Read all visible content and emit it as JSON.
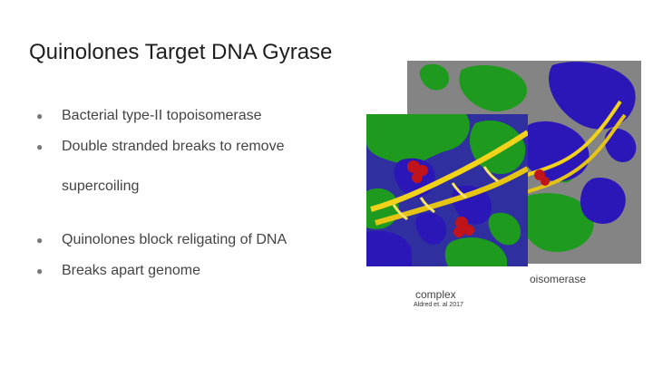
{
  "slide": {
    "title": "Quinolones Target DNA Gyrase",
    "bullets": [
      "Bacterial type-II topoisomerase",
      "Double stranded breaks to remove",
      "Quinolones block religating of DNA",
      "Breaks apart genome"
    ],
    "bullet_continuation": "supercoiling",
    "bullet_marker": "●",
    "caption": {
      "visible_tail": "oisomerase",
      "second_line": "complex"
    },
    "citation": "Aldred et. al 2017",
    "colors": {
      "protein_chain_a": "#2b16b8",
      "protein_chain_b": "#1e9a1e",
      "dna_helix": "#f2d21a",
      "drug_spheres": "#c0141a",
      "image_background": "#848484"
    }
  }
}
